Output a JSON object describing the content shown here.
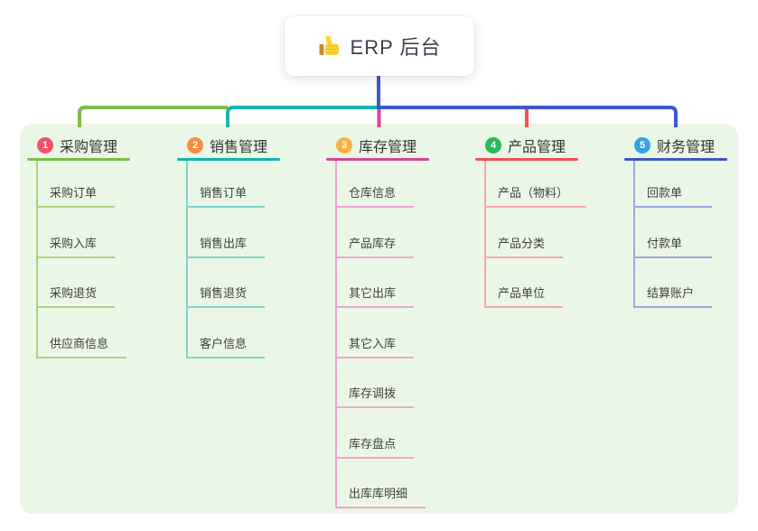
{
  "root": {
    "label": "ERP 后台",
    "icon": "thumbs-up-icon"
  },
  "colors": {
    "panel_bg": "#ebf7e6",
    "root_line": "#4155cf",
    "header_text": "#333333",
    "child_text": "#3f3f3f",
    "root_text": "#3c4150",
    "thumb_yellow": "#fcd338",
    "thumb_cuff": "#c98a2d"
  },
  "branches": [
    {
      "num": "1",
      "label": "采购管理",
      "badge_color": "#f4516c",
      "line_color": "#7fbc4a",
      "child_line_color": "#a9d57f",
      "children": [
        "采购订单",
        "采购入库",
        "采购退货",
        "供应商信息"
      ]
    },
    {
      "num": "2",
      "label": "销售管理",
      "badge_color": "#fb8c3c",
      "line_color": "#12b7ae",
      "child_line_color": "#7fd3cd",
      "children": [
        "销售订单",
        "销售出库",
        "销售退货",
        "客户信息"
      ]
    },
    {
      "num": "3",
      "label": "库存管理",
      "badge_color": "#fbaf3f",
      "line_color": "#d84397",
      "child_line_color": "#eda6cd",
      "children": [
        "仓库信息",
        "产品库存",
        "其它出库",
        "其它入库",
        "库存调拨",
        "库存盘点",
        "出库库明细"
      ]
    },
    {
      "num": "4",
      "label": "产品管理",
      "badge_color": "#2cb957",
      "line_color": "#f15055",
      "child_line_color": "#f7a6a8",
      "children": [
        "产品（物料）",
        "产品分类",
        "产品单位"
      ]
    },
    {
      "num": "5",
      "label": "财务管理",
      "badge_color": "#38a1e6",
      "line_color": "#3d56cf",
      "child_line_color": "#9aaade",
      "children": [
        "回款单",
        "付款单",
        "结算账户"
      ]
    }
  ]
}
